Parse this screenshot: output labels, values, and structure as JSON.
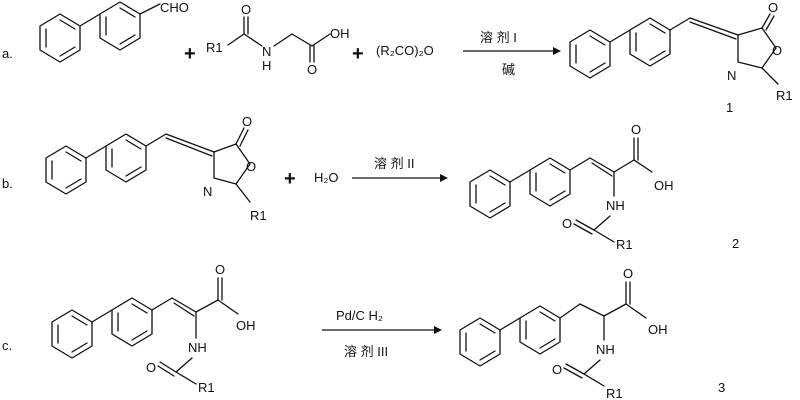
{
  "scheme": {
    "steps": [
      {
        "label": "a.",
        "reactant1": {
          "formyl": "CHO"
        },
        "reactant2": {
          "r": "R1",
          "nh": "N",
          "nh_h": "H",
          "oh": "OH",
          "o1": "O",
          "o2": "O"
        },
        "reactant3": {
          "text": "(R₂CO)₂O"
        },
        "condition_top": "溶 剂 I",
        "condition_bottom": "碱",
        "product": {
          "number": "1",
          "o_carbonyl": "O",
          "o_ring": "O",
          "n_ring": "N",
          "r": "R1"
        }
      },
      {
        "label": "b.",
        "reactant1": {
          "o_carbonyl": "O",
          "o_ring": "O",
          "n_ring": "N",
          "r": "R1"
        },
        "reactant2": {
          "text": "H₂O"
        },
        "condition_top": "溶 剂 II",
        "product": {
          "number": "2",
          "o": "O",
          "oh": "OH",
          "nh": "NH",
          "o_amide": "O",
          "r": "R1"
        }
      },
      {
        "label": "c.",
        "reactant1": {
          "o": "O",
          "oh": "OH",
          "nh": "NH",
          "o_amide": "O",
          "r": "R1"
        },
        "condition_top": "Pd/C  H₂",
        "condition_bottom": "溶 剂 III",
        "product": {
          "number": "3",
          "o": "O",
          "oh": "OH",
          "nh": "NH",
          "o_amide": "O",
          "r": "R1"
        }
      }
    ],
    "plus": "+"
  }
}
